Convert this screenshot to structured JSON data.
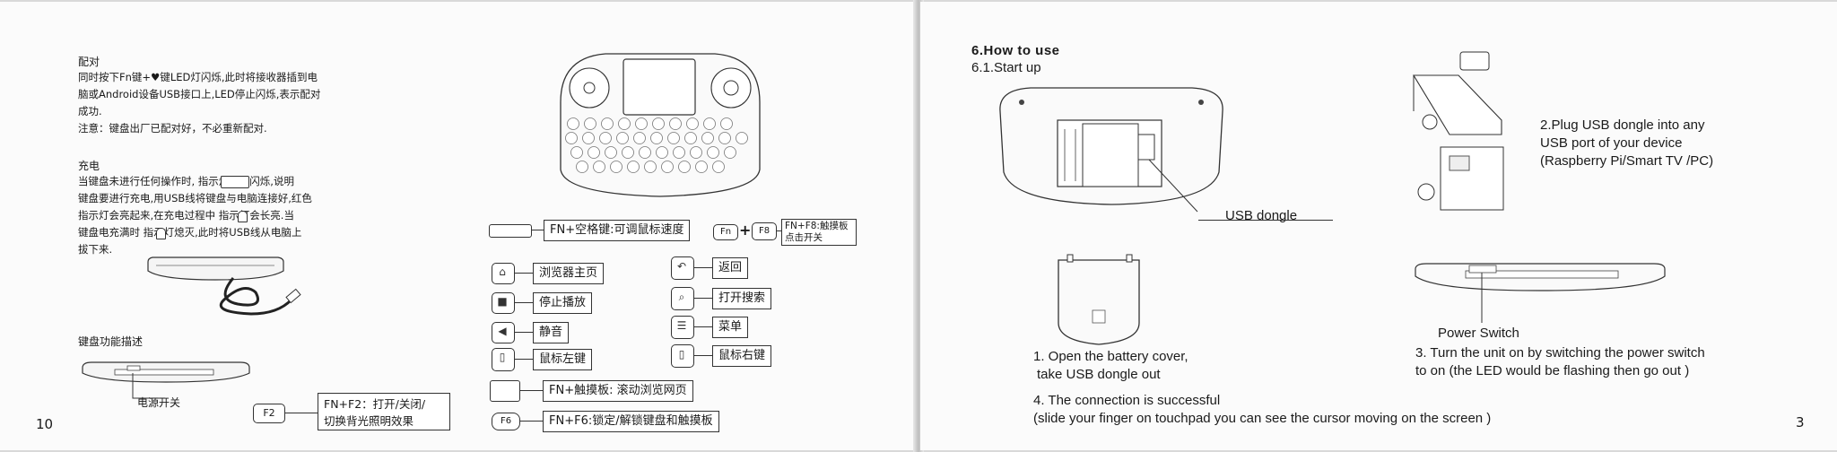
{
  "left_page": {
    "pairing": {
      "heading": "配对",
      "lines": [
        "同时按下Fn键+♥键LED灯闪烁,此时将接收器插到电",
        "脑或Android设备USB接口上,LED停止闪烁,表示配对",
        "成功.",
        "注意：键盘出厂已配对好，不必重新配对."
      ]
    },
    "charging": {
      "heading": "充电",
      "lines": [
        "当键盘未进行任何操作时,     指示灯突然闪烁,说明",
        "键盘要进行充电,用USB线将键盘与电脑连接好,红色",
        "指示灯会亮起来,在充电过程中    指示灯会长亮.当",
        "键盘电充满时    指示灯熄灭,此时将USB线从电脑上",
        "拔下来."
      ]
    },
    "keyboard_functions_heading": "键盘功能描述",
    "power_switch_label": "电源开关",
    "f2_key": "F2",
    "f2_desc": [
      "FN+F2：打开/关闭/",
      "切换背光照明效果"
    ],
    "page_number": "10",
    "fn_space": "FN+空格键:可调鼠标速度",
    "fn_key": "Fn",
    "f8_key": "F8",
    "fn_f8": [
      "FN+F8:触摸板",
      "点击开关"
    ],
    "functions_left": [
      "浏览器主页",
      "停止播放",
      "静音",
      "鼠标左键"
    ],
    "functions_right": [
      "返回",
      "打开搜索",
      "菜单",
      "鼠标右键"
    ],
    "fn_touchpad": "FN+触摸板: 滚动浏览网页",
    "f6_key": "F6",
    "fn_f6": "FN+F6:锁定/解锁键盘和触摸板"
  },
  "right_page": {
    "title": "6.How to use",
    "subtitle": "6.1.Start up",
    "usb_dongle_label": "USB dongle",
    "step2": [
      "2.Plug USB dongle into any",
      "USB port of your device",
      "(Raspberry Pi/Smart TV /PC)"
    ],
    "power_switch_label": "Power Switch",
    "step1": [
      "1. Open the battery cover,",
      "take USB dongle out"
    ],
    "step3": [
      "3. Turn the unit on by switching the power switch",
      "to on (the LED would be flashing then go out )"
    ],
    "step4": [
      "4. The connection is successful",
      "(slide your finger on touchpad you can see the cursor moving on the screen )"
    ],
    "page_number": "3"
  }
}
